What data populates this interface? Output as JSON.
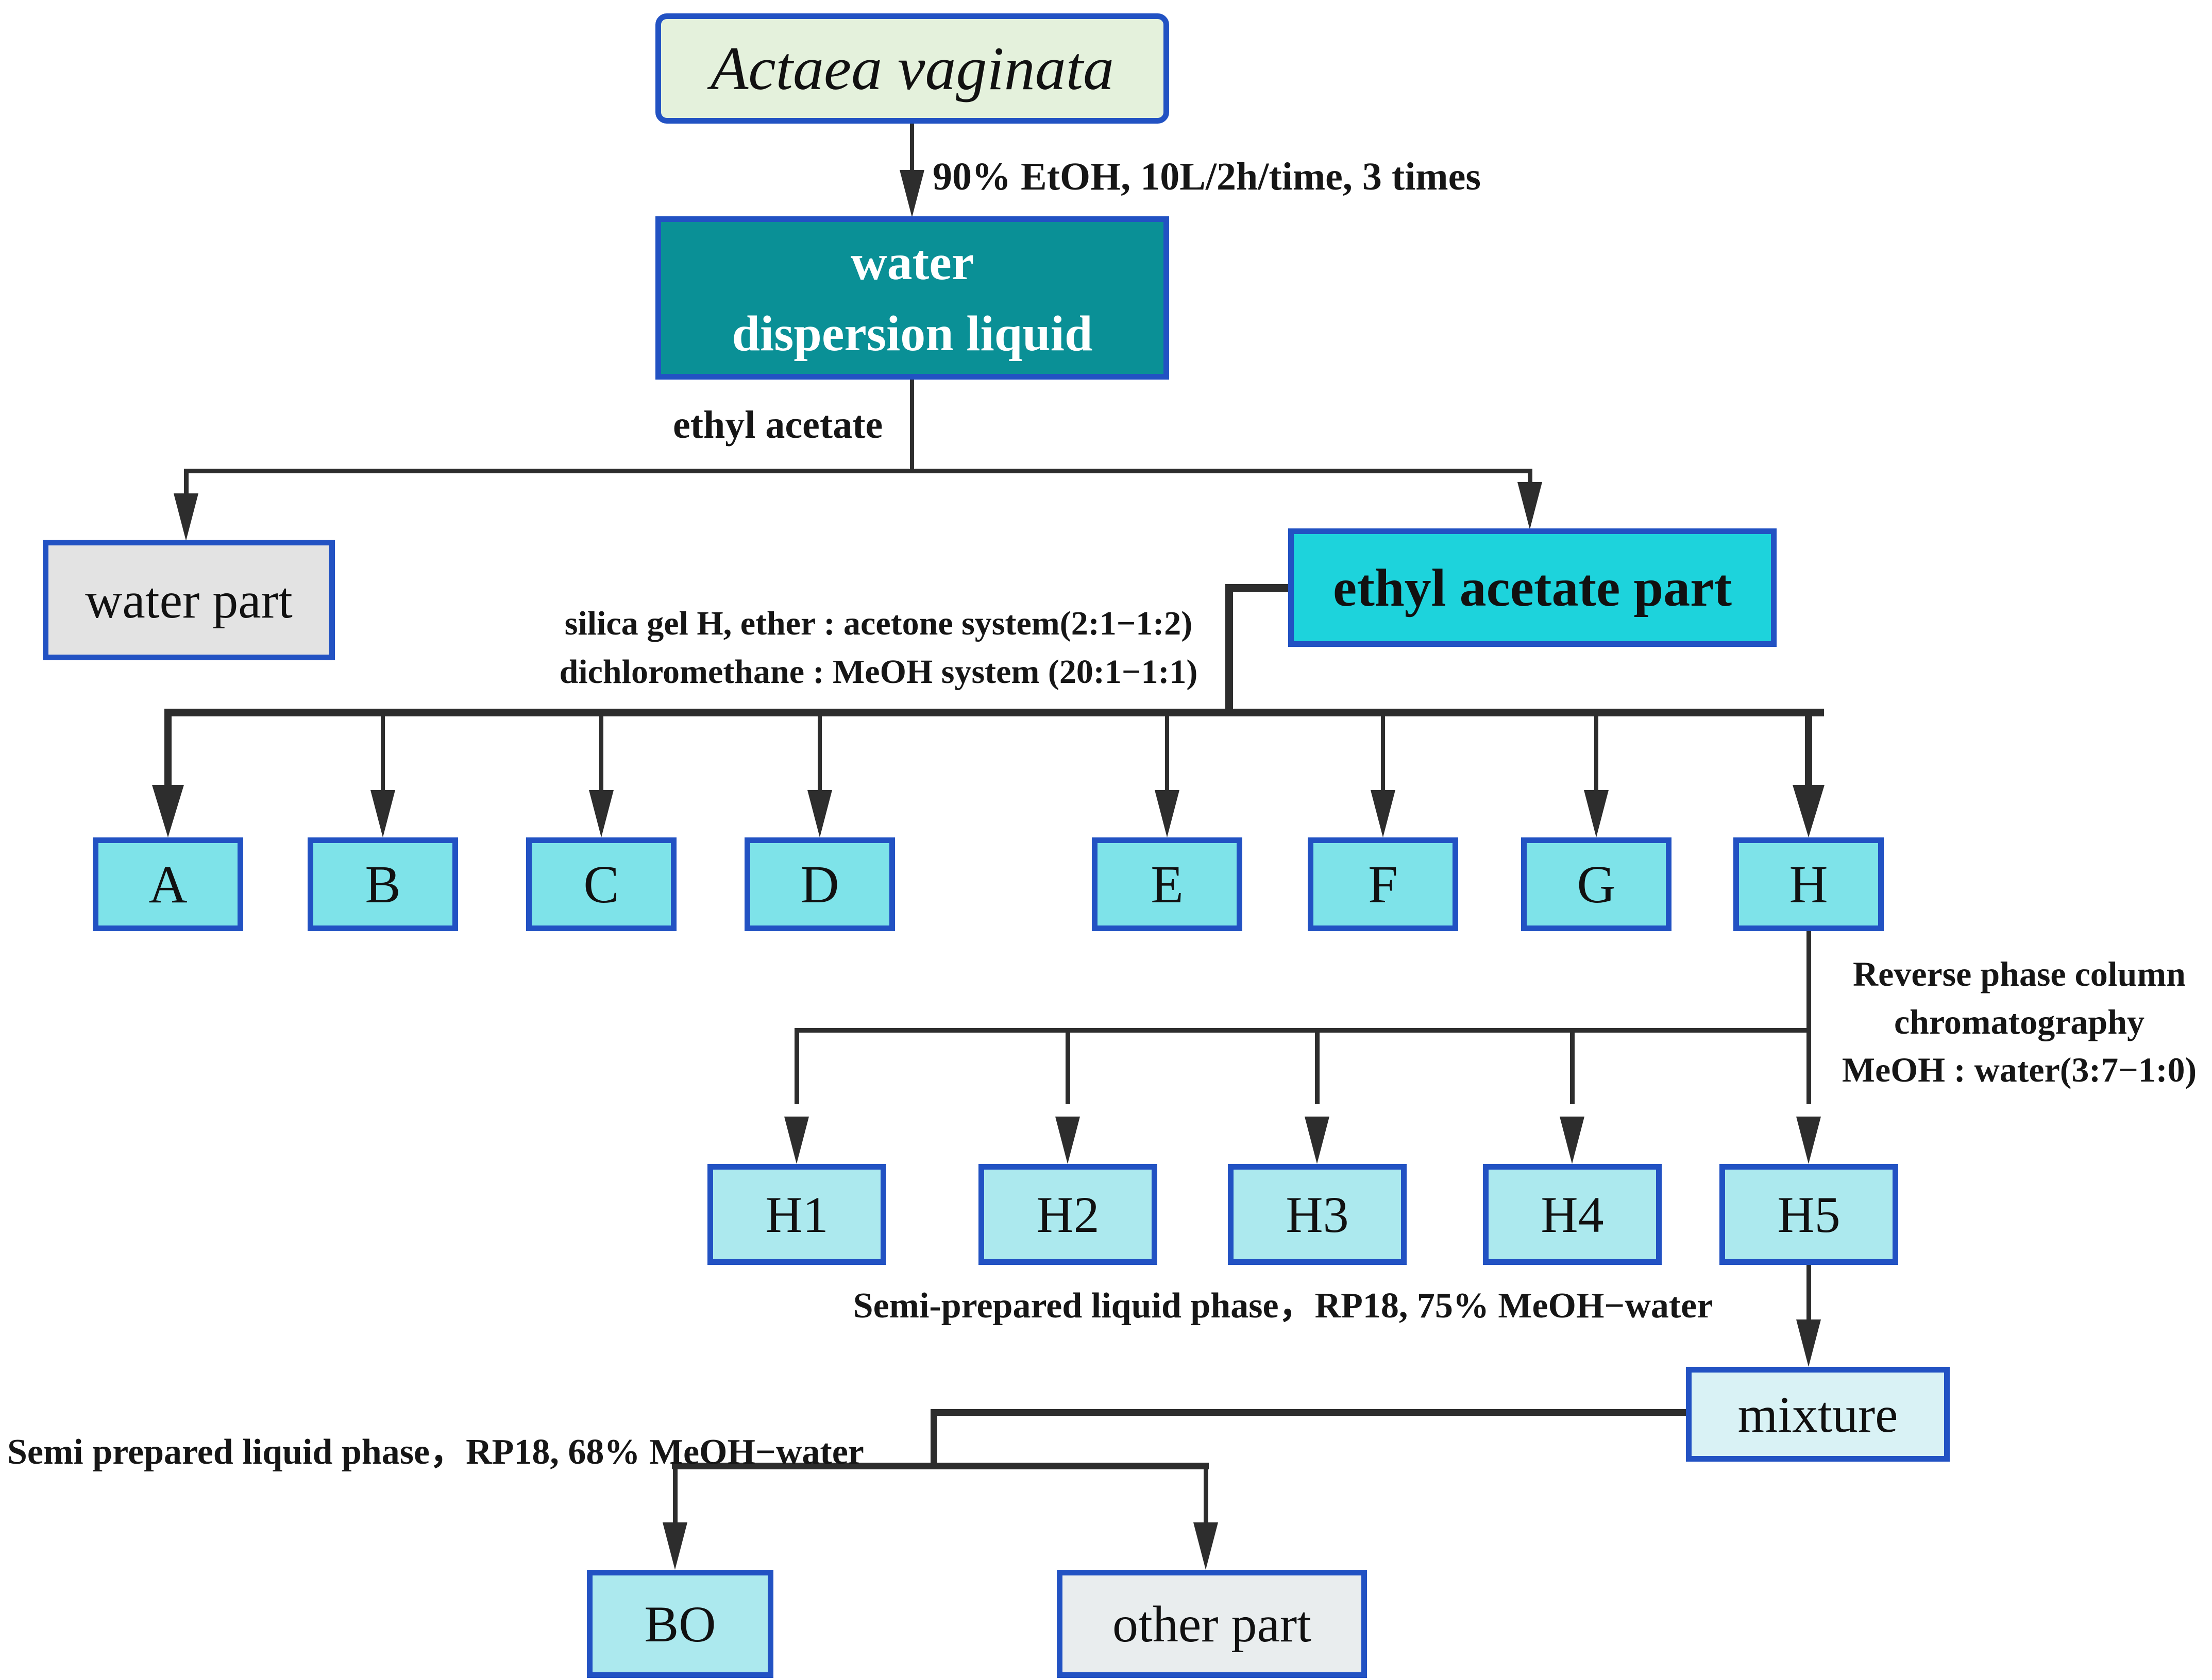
{
  "title": "Actaea vaginata extraction and isolation flowchart",
  "colors": {
    "border_blue": "#2252c3",
    "source_green": "#e4f1dc",
    "teal": "#0a9096",
    "cyan_bright": "#1dd3dc",
    "cyan": "#7ee3e9",
    "cyan_pale": "#ace9ee",
    "cyan_palest": "#d9f2f5",
    "gray": "#e3e3e3",
    "gray_light": "#e9edee",
    "line_dark": "#2d2d2d"
  },
  "nodes": {
    "source": {
      "label": "Actaea vaginata"
    },
    "water_dispersion": {
      "line1": "water",
      "line2": "dispersion liquid"
    },
    "water_part": {
      "label": "water part"
    },
    "ethyl_acetate_part": {
      "label": "ethyl acetate part"
    },
    "fractions": [
      "A",
      "B",
      "C",
      "D",
      "E",
      "F",
      "G",
      "H"
    ],
    "subfractions": [
      "H1",
      "H2",
      "H3",
      "H4",
      "H5"
    ],
    "mixture": {
      "label": "mixture"
    },
    "bo": {
      "label": "BO"
    },
    "other_part": {
      "label": "other part"
    }
  },
  "annotations": {
    "extraction": "90% EtOH, 10L/2h/time, 3 times",
    "partition": "ethyl acetate",
    "silica_line1": "silica gel H, ether : acetone system(2:1−1:2)",
    "silica_line2": "dichloromethane : MeOH system (20:1−1:1)",
    "reverse_line1": "Reverse phase column",
    "reverse_line2": "chromatography",
    "reverse_line3": "MeOH : water(3:7−1:0)",
    "semi_75": "Semi-prepared liquid phase，RP18,  75% MeOH−water",
    "semi_68": "Semi prepared liquid phase，RP18,  68% MeOH−water"
  }
}
